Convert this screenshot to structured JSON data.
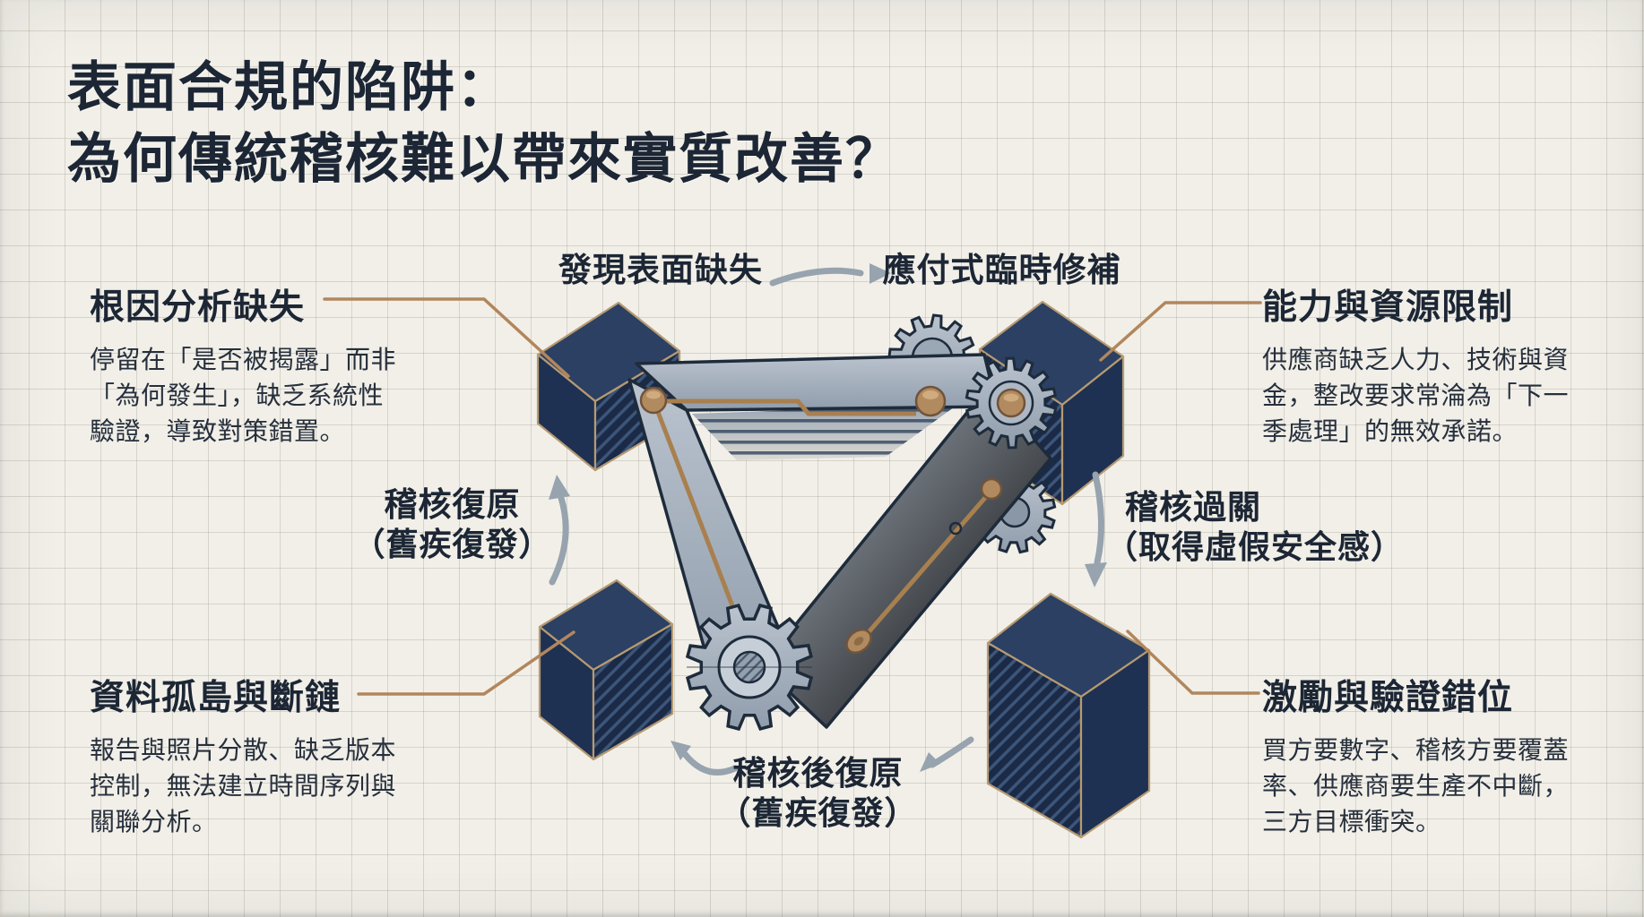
{
  "title": {
    "line1": "表面合規的陷阱：",
    "line2": "為何傳統稽核難以帶來實質改善？"
  },
  "callouts": {
    "top_left": {
      "heading": "根因分析缺失",
      "body": "停留在「是否被揭露」而非\n「為何發生」，缺乏系統性\n驗證，導致對策錯置。"
    },
    "top_right": {
      "heading": "能力與資源限制",
      "body": "供應商缺乏人力、技術與資\n金，整改要求常淪為「下一\n季處理」的無效承諾。"
    },
    "bottom_left": {
      "heading": "資料孤島與斷鏈",
      "body": "報告與照片分散、缺乏版本\n控制，無法建立時間序列與\n關聯分析。"
    },
    "bottom_right": {
      "heading": "激勵與驗證錯位",
      "body": "買方要數字、稽核方要覆蓋\n率、供應商要生產不中斷，\n三方目標衝突。"
    }
  },
  "cycle": {
    "top_start": "發現表面缺失",
    "top_end": "應付式臨時修補",
    "right_line1": "稽核過關",
    "right_line2": "（取得虛假安全感）",
    "bottom_line1": "稽核後復原",
    "bottom_line2": "（舊疾復發）",
    "left_line1": "稽核復原",
    "left_line2": "（舊疾復發）"
  },
  "colors": {
    "background": "#f1efe8",
    "grid_line": "#d7d5ca",
    "heading_text": "#1c2634",
    "body_text": "#262f3c",
    "connector_tan": "#b2865c",
    "arrow_gray": "#97a3ae",
    "cube_navy": "#1e3152",
    "steel_gray": "#9aa7b5",
    "copper": "#b18a5f"
  }
}
